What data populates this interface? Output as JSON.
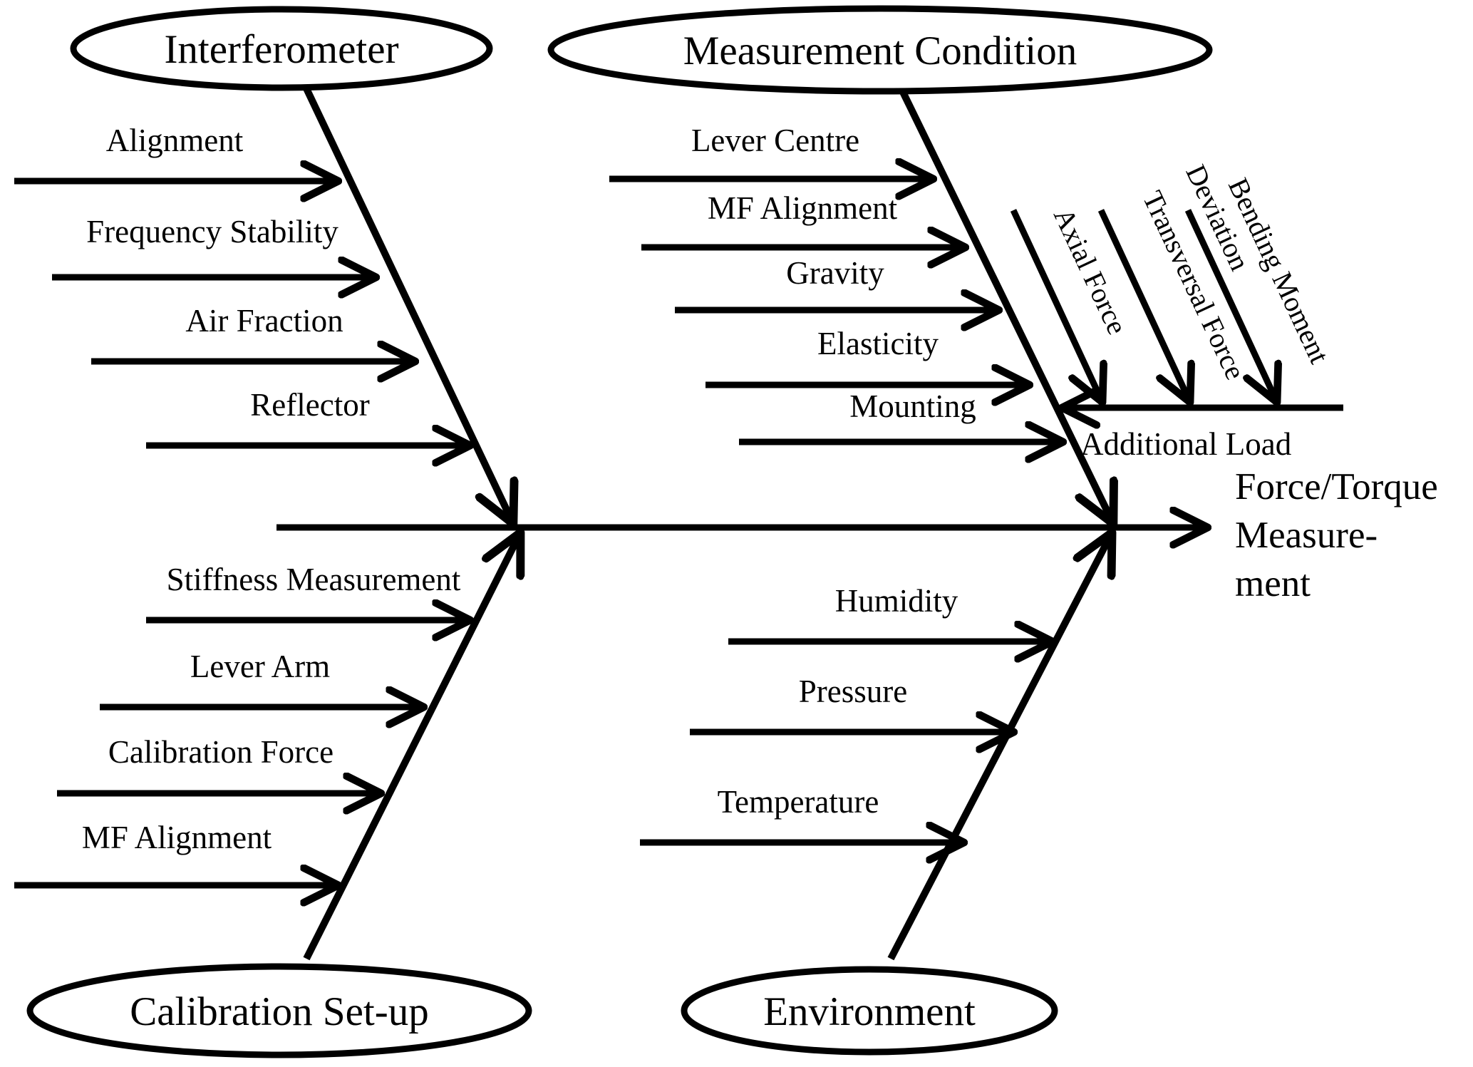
{
  "diagram": {
    "type": "fishbone-ishikawa",
    "title_effect": "Force/Torque Measurement",
    "effect_lines": [
      "Force/Torque",
      "Measure-",
      "ment"
    ],
    "categories": [
      {
        "id": "interferometer",
        "label": "Interferometer",
        "position": "top-left",
        "causes": [
          "Alignment",
          "Frequency Stability",
          "Air Fraction",
          "Reflector"
        ]
      },
      {
        "id": "measurement-condition",
        "label": "Measurement Condition",
        "position": "top-right",
        "causes": [
          "Lever Centre",
          "MF Alignment",
          "Gravity",
          "Elasticity",
          "Mounting"
        ]
      },
      {
        "id": "calibration-setup",
        "label": "Calibration Set-up",
        "position": "bottom-left",
        "causes": [
          "Stiffness Measurement",
          "Lever Arm",
          "Calibration Force",
          "MF Alignment"
        ]
      },
      {
        "id": "environment",
        "label": "Environment",
        "position": "bottom-right",
        "causes": [
          "Humidity",
          "Pressure",
          "Temperature"
        ]
      }
    ],
    "sub_branch": {
      "label": "Additional Load",
      "causes": [
        {
          "label": "Axial Force",
          "lines": [
            "Axial Force"
          ]
        },
        {
          "label": "Transversal Force",
          "lines": [
            "Transversal Force"
          ]
        },
        {
          "label": "Bending Moment Deviation",
          "lines": [
            "Bending Moment",
            "Deviation"
          ]
        }
      ]
    },
    "colors": {
      "ink": "#000000",
      "background": "#ffffff"
    }
  }
}
